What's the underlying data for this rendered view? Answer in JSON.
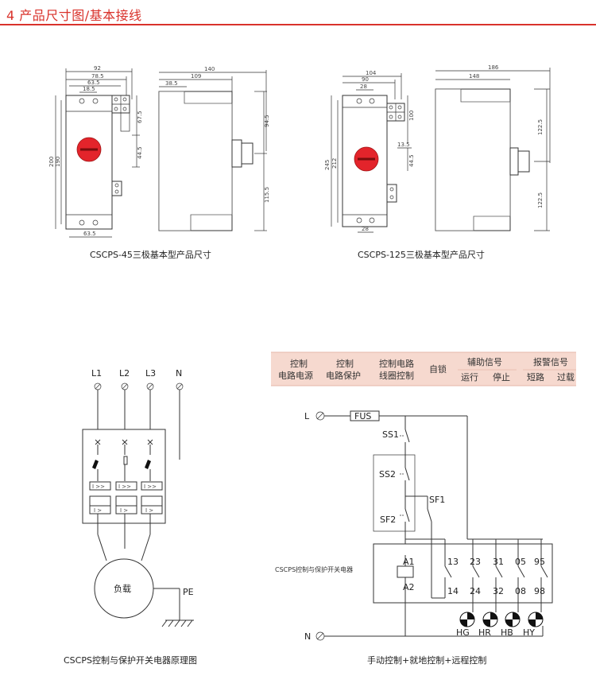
{
  "header": {
    "title": "4 产品尺寸图/基本接线"
  },
  "colors": {
    "accent": "#d9322b",
    "knob": "#e3242b",
    "table_bg": "#f6d9cf",
    "rule": "#d9322b"
  },
  "dim45": {
    "caption": "CSCPS-45三极基本型产品尺寸",
    "front": {
      "w92": "92",
      "w78_5": "78.5",
      "w63_5": "63.5",
      "w18_5": "18.5",
      "bottom63_5": "63.5",
      "h200": "200",
      "h190": "190",
      "r67_5": "67.5",
      "r44_5": "44.5"
    },
    "side": {
      "w140": "140",
      "w109": "109",
      "w38_5": "38.5",
      "h94_5": "94.5",
      "h115_5": "115.5"
    }
  },
  "dim125": {
    "caption": "CSCPS-125三极基本型产品尺寸",
    "front": {
      "w104": "104",
      "w90": "90",
      "w28": "28",
      "bottom28": "28",
      "h245": "245",
      "h212": "212",
      "r100": "100",
      "r13_5": "13.5",
      "r44_5": "44.5"
    },
    "side": {
      "w186": "186",
      "w148": "148",
      "h122a": "122.5",
      "h122b": "122.5"
    }
  },
  "principle": {
    "caption": "CSCPS控制与保护开关电器原理图",
    "phases": [
      "L1",
      "L2",
      "L3",
      "N"
    ],
    "load": "负载",
    "pe": "PE",
    "trip_label_top": "I >>",
    "trip_label_bottom": "I >"
  },
  "wiring": {
    "caption": "手动控制+就地控制+远程控制",
    "table": {
      "col1": [
        "控制",
        "电路电源"
      ],
      "col2": [
        "控制",
        "电路保护"
      ],
      "col3": [
        "控制电路",
        "线圈控制"
      ],
      "col4": "自锁",
      "col5": {
        "top": "辅助信号",
        "a": "运行",
        "b": "停止"
      },
      "col6": {
        "top": "报警信号",
        "a": "短路",
        "b": "过载"
      }
    },
    "L": "L",
    "N": "N",
    "fus": "FUS",
    "ss1": "SS1",
    "ss2": "SS2",
    "sf1": "SF1",
    "sf2": "SF2",
    "device": "CSCPS控制与保护开关电器",
    "a1": "A1",
    "a2": "A2",
    "top_terms": [
      "13",
      "23",
      "31",
      "05",
      "95"
    ],
    "bot_terms": [
      "14",
      "24",
      "32",
      "08",
      "98"
    ],
    "lamps": [
      "HG",
      "HR",
      "HB",
      "HY"
    ]
  }
}
